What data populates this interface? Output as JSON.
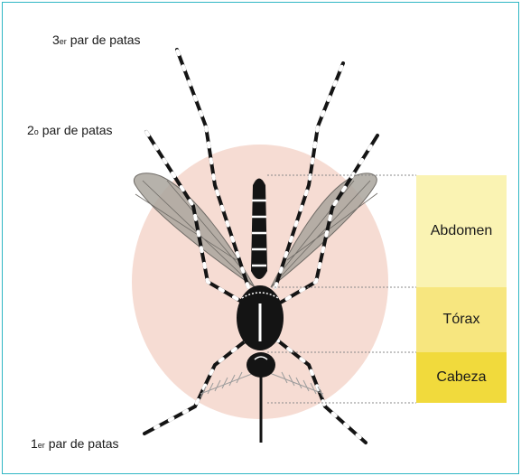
{
  "legs": {
    "third_pair": {
      "prefix": "3",
      "sup": "er",
      "rest": " par de patas"
    },
    "second_pair": {
      "prefix": "2",
      "sup": "o",
      "rest": " par de patas"
    },
    "first_pair": {
      "prefix": "1",
      "sup": "er",
      "rest": " par de patas"
    }
  },
  "segments": [
    {
      "label": "Abdomen",
      "color": "#faf3b3"
    },
    {
      "label": "Tórax",
      "color": "#f7e67f"
    },
    {
      "label": "Cabeza",
      "color": "#f1da3c"
    }
  ],
  "colors": {
    "frame_border": "#2fb7c4",
    "background_circle": "#f6dcd3",
    "body": "#141414",
    "wing": "#a9a49c"
  }
}
